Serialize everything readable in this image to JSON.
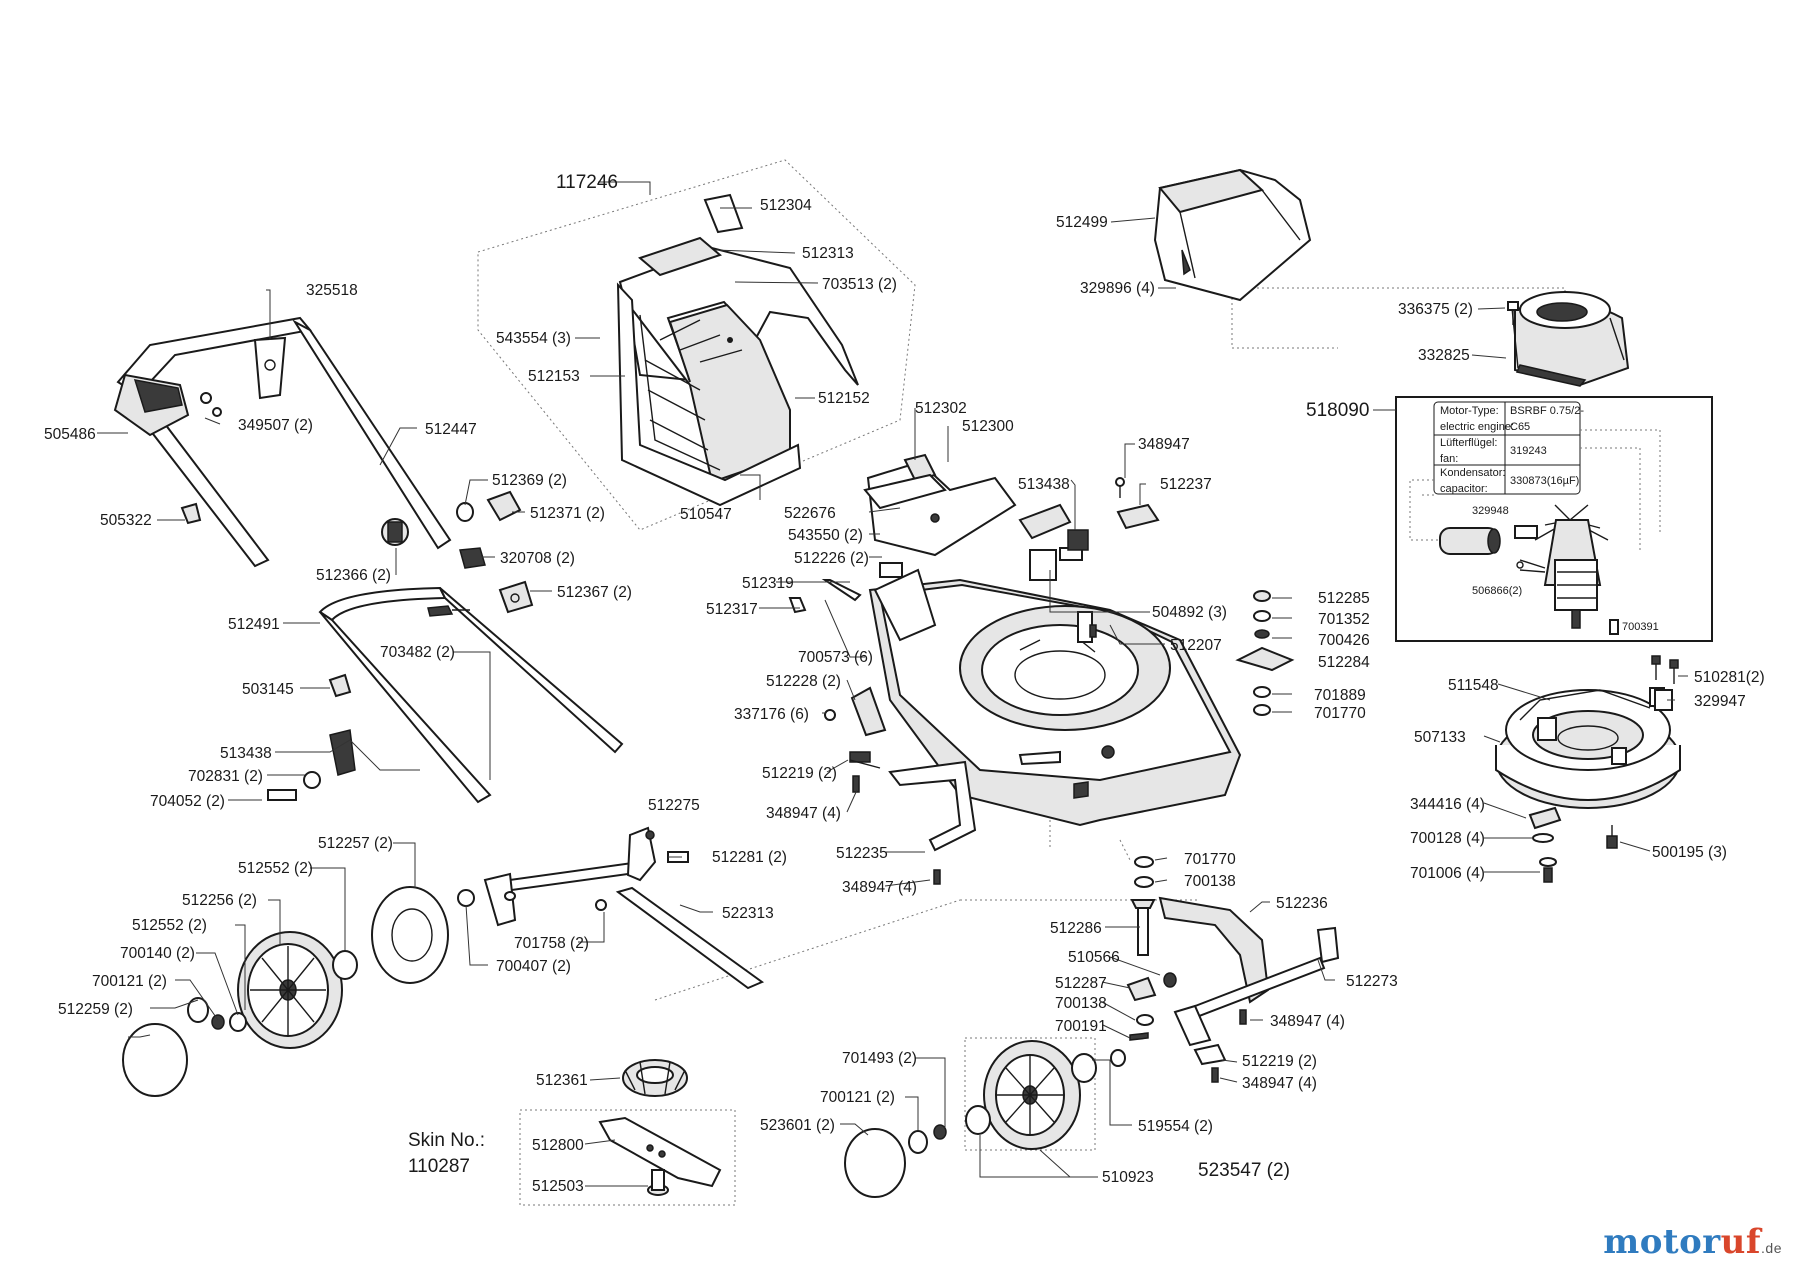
{
  "labels": {
    "l117246": "117246",
    "l512304": "512304",
    "l512313": "512313",
    "l703513": "703513 (2)",
    "l543554": "543554 (3)",
    "l512153": "512153",
    "l512152": "512152",
    "l510547": "510547",
    "l512499": "512499",
    "l329896": "329896 (4)",
    "l336375": "336375 (2)",
    "l332825": "332825",
    "l518090": "518090",
    "l325518": "325518",
    "l505486": "505486",
    "l349507": "349507 (2)",
    "l512447": "512447",
    "l505322": "505322",
    "l512369": "512369 (2)",
    "l512371": "512371 (2)",
    "l512366": "512366 (2)",
    "l320708": "320708 (2)",
    "l512367": "512367 (2)",
    "l512491": "512491",
    "l703482": "703482 (2)",
    "l503145": "503145",
    "l513438a": "513438",
    "l702831": "702831 (2)",
    "l704052": "704052 (2)",
    "l512302": "512302",
    "l512300": "512300",
    "l522676": "522676",
    "l543550": "543550 (2)",
    "l512226": "512226 (2)",
    "l512319": "512319",
    "l512317": "512317",
    "l348947a": "348947",
    "l513438b": "513438",
    "l512237": "512237",
    "l504892": "504892 (3)",
    "l512207": "512207",
    "l700573": "700573 (6)",
    "l512228": "512228 (2)",
    "l337176": "337176 (6)",
    "l512219a": "512219 (2)",
    "l348947b": "348947 (4)",
    "l512235": "512235",
    "l348947c": "348947 (4)",
    "l512285": "512285",
    "l701352": "701352",
    "l700426": "700426",
    "l512284": "512284",
    "l701889": "701889",
    "l701770a": "701770",
    "l510281": "510281(2)",
    "l511548": "511548",
    "l329947": "329947",
    "l507133": "507133",
    "l344416": "344416 (4)",
    "l700128": "700128 (4)",
    "l701006": "701006 (4)",
    "l500195": "500195 (3)",
    "l512275": "512275",
    "l512281": "512281 (2)",
    "l512257": "512257 (2)",
    "l512552a": "512552 (2)",
    "l512256": "512256 (2)",
    "l512552b": "512552 (2)",
    "l700140": "700140 (2)",
    "l700121a": "700121 (2)",
    "l512259": "512259 (2)",
    "l522313": "522313",
    "l701758": "701758 (2)",
    "l700407": "700407 (2)",
    "l701770b": "701770",
    "l700138a": "700138",
    "l512236": "512236",
    "l512286": "512286",
    "l510566": "510566",
    "l512273": "512273",
    "l512287": "512287",
    "l700138b": "700138",
    "l348947d": "348947 (4)",
    "l700191": "700191",
    "l512219b": "512219 (2)",
    "l348947e": "348947 (4)",
    "l512361": "512361",
    "l701493": "701493 (2)",
    "l700121b": "700121 (2)",
    "l523601": "523601 (2)",
    "l519554": "519554 (2)",
    "l510923": "510923",
    "l523547": "523547 (2)",
    "l512800": "512800",
    "l512503": "512503",
    "skin_title": "Skin No.:",
    "skin_no": "110287"
  },
  "motor_table": {
    "r1_label": "Motor-Type:",
    "r1_label2": "electric engine:",
    "r1_value": "BSRBF 0.75/2-",
    "r1_value2": "C65",
    "r2_label": "Lüfterflügel:",
    "r2_label2": "fan:",
    "r2_value": "319243",
    "r3_label": "Kondensator:",
    "r3_label2": "capacitor:",
    "r3_value": "330873(16µF)",
    "p329948": "329948",
    "p506866": "506866(2)",
    "p700391": "700391"
  },
  "logo": {
    "part1": "motor",
    "part2": "uf",
    "tld": ".de"
  }
}
